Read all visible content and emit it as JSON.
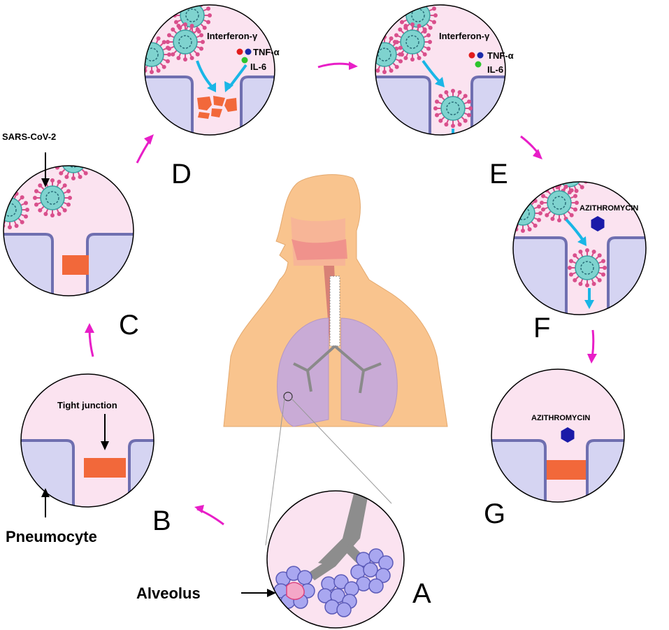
{
  "panels": {
    "A": {
      "letter": "A",
      "callout": "Alveolus"
    },
    "B": {
      "letter": "B",
      "junction_label": "Tight junction",
      "cell_label": "Pneumocyte"
    },
    "C": {
      "letter": "C",
      "virus_label": "SARS-CoV-2"
    },
    "D": {
      "letter": "D",
      "cytokines": [
        "Interferon-γ",
        "TNF-α",
        "IL-6"
      ]
    },
    "E": {
      "letter": "E",
      "cytokines": [
        "Interferon-γ",
        "TNF-α",
        "IL-6"
      ]
    },
    "F": {
      "letter": "F",
      "drug": "AZITHROMYCIN"
    },
    "G": {
      "letter": "G",
      "drug": "AZITHROMYCIN"
    }
  },
  "colors": {
    "panel_bg": "#fbe3f0",
    "cell": "#d5d4f2",
    "membrane": "#6f6fb0",
    "tight_junction": "#f2683a",
    "cycle_arrow": "#e81ec7",
    "flow_arrow": "#19b6e6",
    "skin": "#f9c48e",
    "lung": "#c9abd6",
    "drug": "#1a1aa8",
    "virus_spike": "#d94f8c",
    "virus_core": "#7fd3cf"
  },
  "icons": [
    "virus-icon",
    "hexagon-drug-icon",
    "cytokine-dot-icon",
    "arrow-icon"
  ]
}
